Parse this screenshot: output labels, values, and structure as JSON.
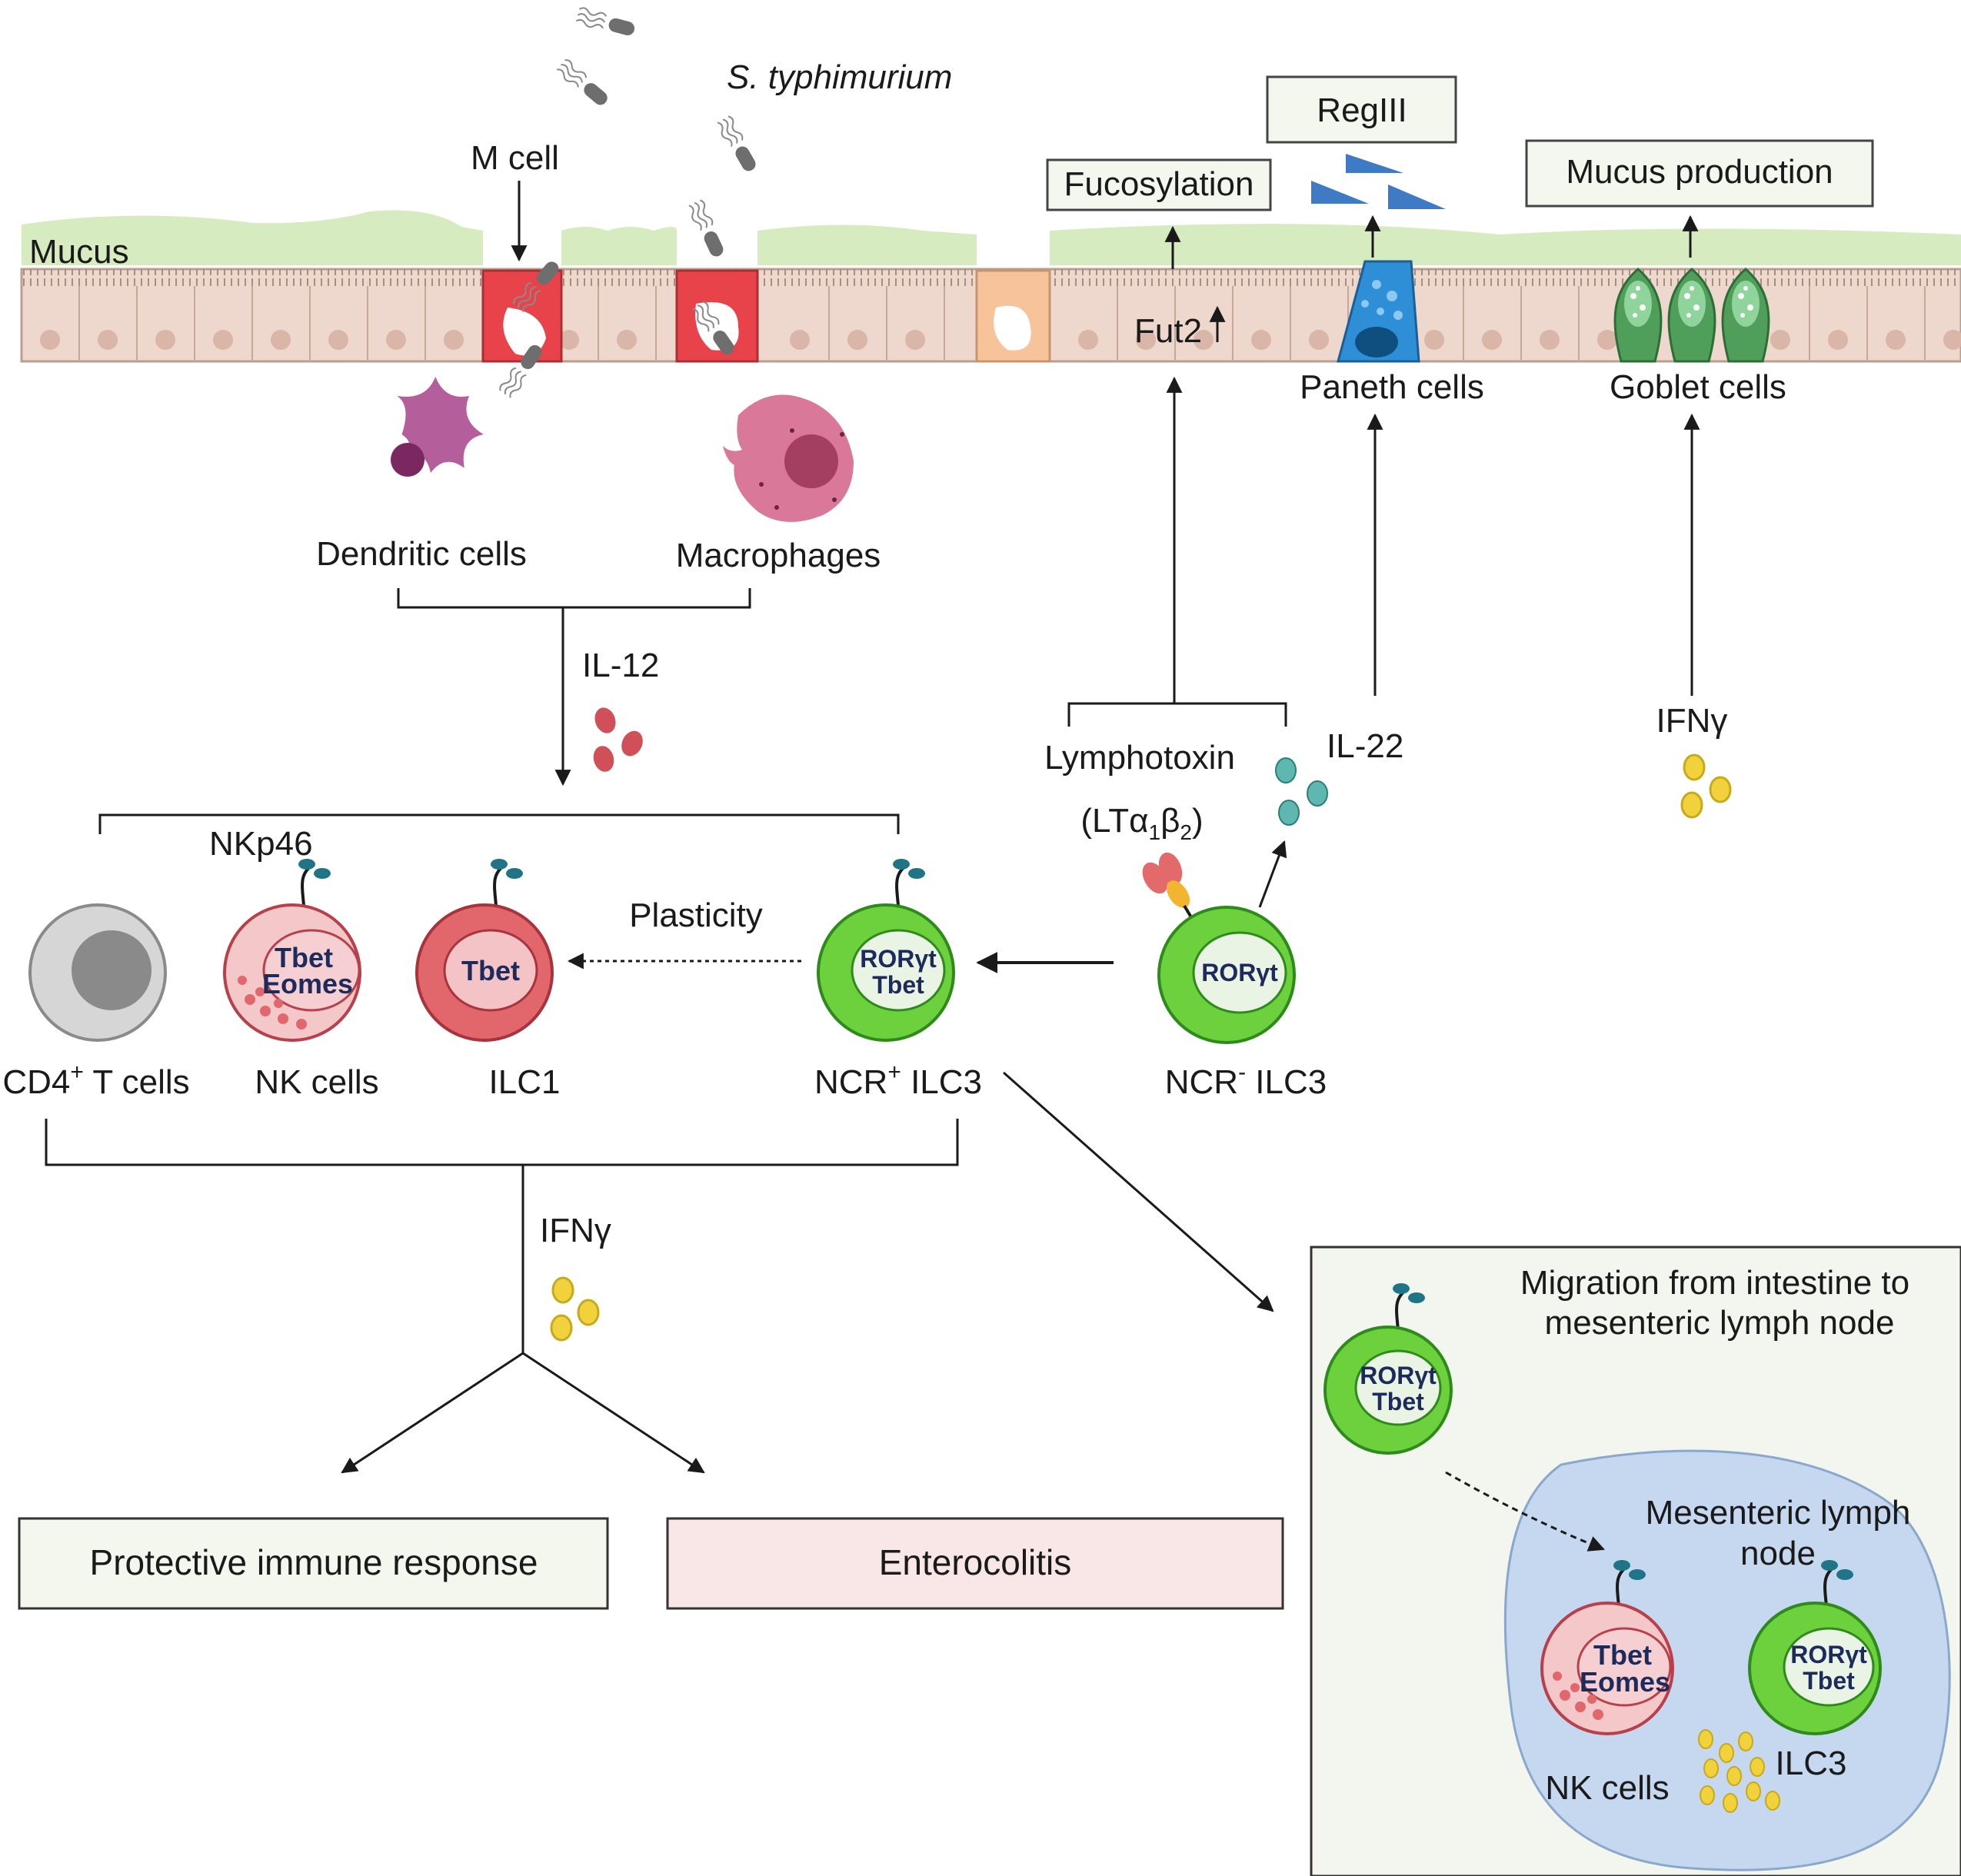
{
  "labels": {
    "mucus": "Mucus",
    "m_cell": "M cell",
    "pathogen": "S. typhimurium",
    "fut2": "Fut2",
    "paneth": "Paneth cells",
    "goblet": "Goblet cells",
    "dendritic": "Dendritic cells",
    "macrophages": "Macrophages",
    "il12": "IL-12",
    "lymphotoxin": "Lymphotoxin",
    "lta_prefix": "(LTα",
    "lta_sub1": "1",
    "lta_beta": "β",
    "lta_sub2": "2",
    "lta_close": ")",
    "il22": "IL-22",
    "ifng_top": "IFNγ",
    "nkp46": "NKp46",
    "plasticity": "Plasticity",
    "cd4_prefix": "CD4",
    "cd4_sup": "+",
    "cd4_suffix": " T cells",
    "nk_cells": "NK cells",
    "ilc1": "ILC1",
    "ncr_pos_prefix": "NCR",
    "ncr_pos_sup": "+",
    "ncr_pos_suffix": " ILC3",
    "ncr_neg_prefix": "NCR",
    "ncr_neg_sup": "-",
    "ncr_neg_suffix": " ILC3",
    "ifng_bottom": "IFNγ",
    "migration_line1": "Migration from intestine to",
    "migration_line2": "mesenteric lymph node",
    "mln_line1": "Mesenteric lymph",
    "mln_line2": "node",
    "nk_cells_mln": "NK cells",
    "ilc3_mln": "ILC3"
  },
  "boxes": {
    "fucosylation": "Fucosylation",
    "regiii": "RegIII",
    "mucus_production": "Mucus production",
    "protective": "Protective immune response",
    "enterocolitis": "Enterocolitis"
  },
  "transcription_factors": {
    "tbet": "Tbet",
    "eomes": "Eomes",
    "roryt": "RORγt"
  },
  "colors": {
    "mucus": "#d6ecc0",
    "epithelium": "#eed7cc",
    "m_cell": "#e8434a",
    "paneth": "#2f8fd6",
    "goblet": "#4f9e5a",
    "ilc3": "#6cd13c",
    "nk_ilc1": "#e2676c",
    "cd4": "#b7b7b7",
    "il12": "#d0505a",
    "il22": "#5fb8b0",
    "ifng": "#f2d23c",
    "protective_box": "#f3f7ee",
    "enterocolitis_box": "#f9e6e6",
    "mln": "#c5d8ef",
    "inset": "#f3f6ee"
  }
}
